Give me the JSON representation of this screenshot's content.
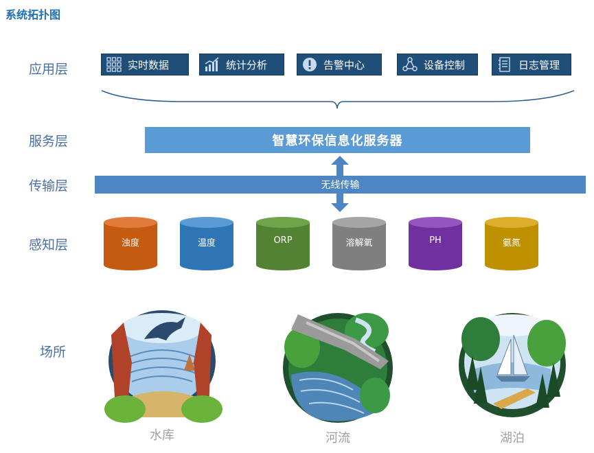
{
  "title": "系统拓扑图",
  "layers": {
    "app": "应用层",
    "service": "服务层",
    "transport": "传输层",
    "sense": "感知层",
    "place": "场所"
  },
  "apps": [
    {
      "label": "实时数据",
      "icon": "grid-icon"
    },
    {
      "label": "统计分析",
      "icon": "bar-chart-icon"
    },
    {
      "label": "告警中心",
      "icon": "alert-icon"
    },
    {
      "label": "设备控制",
      "icon": "network-icon"
    },
    {
      "label": "日志管理",
      "icon": "document-icon"
    }
  ],
  "server": "智慧环保信息化服务器",
  "transport": "无线传输",
  "sensors": [
    {
      "label": "浊度",
      "color": "#c55a11"
    },
    {
      "label": "温度",
      "color": "#2e75b6"
    },
    {
      "label": "ORP",
      "color": "#548235"
    },
    {
      "label": "溶解氧",
      "color": "#7f7f7f"
    },
    {
      "label": "PH",
      "color": "#7030a0"
    },
    {
      "label": "氨氮",
      "color": "#bf9000"
    }
  ],
  "places": [
    {
      "label": "水库",
      "icon": "reservoir-icon"
    },
    {
      "label": "河流",
      "icon": "river-icon"
    },
    {
      "label": "湖泊",
      "icon": "lake-icon"
    }
  ]
}
